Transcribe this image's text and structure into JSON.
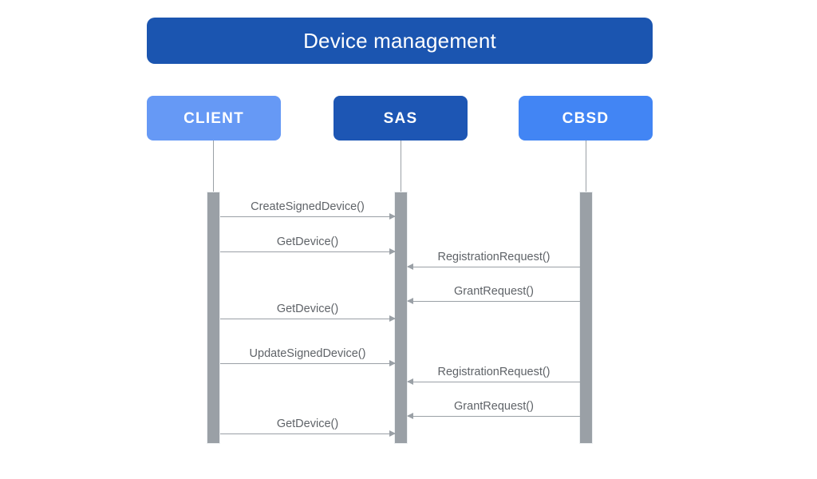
{
  "diagram": {
    "type": "sequence-diagram",
    "title": "Device management",
    "title_color": "#1B55B0",
    "background_color": "#FFFFFF",
    "line_color": "#9AA0A6",
    "label_color": "#5F6368",
    "participants": [
      {
        "id": "client",
        "label": "CLIENT",
        "color": "#6699F5"
      },
      {
        "id": "sas",
        "label": "SAS",
        "color": "#1D56B4"
      },
      {
        "id": "cbsd",
        "label": "CBSD",
        "color": "#4285F4"
      }
    ],
    "messages": [
      {
        "label": "CreateSignedDevice()",
        "from": "client",
        "to": "sas",
        "direction": "right"
      },
      {
        "label": "GetDevice()",
        "from": "client",
        "to": "sas",
        "direction": "right"
      },
      {
        "label": "RegistrationRequest()",
        "from": "cbsd",
        "to": "sas",
        "direction": "left"
      },
      {
        "label": "GrantRequest()",
        "from": "cbsd",
        "to": "sas",
        "direction": "left"
      },
      {
        "label": "GetDevice()",
        "from": "client",
        "to": "sas",
        "direction": "right"
      },
      {
        "label": "UpdateSignedDevice()",
        "from": "client",
        "to": "sas",
        "direction": "right"
      },
      {
        "label": "RegistrationRequest()",
        "from": "cbsd",
        "to": "sas",
        "direction": "left"
      },
      {
        "label": "GrantRequest()",
        "from": "cbsd",
        "to": "sas",
        "direction": "left"
      },
      {
        "label": "GetDevice()",
        "from": "client",
        "to": "sas",
        "direction": "right"
      }
    ]
  }
}
